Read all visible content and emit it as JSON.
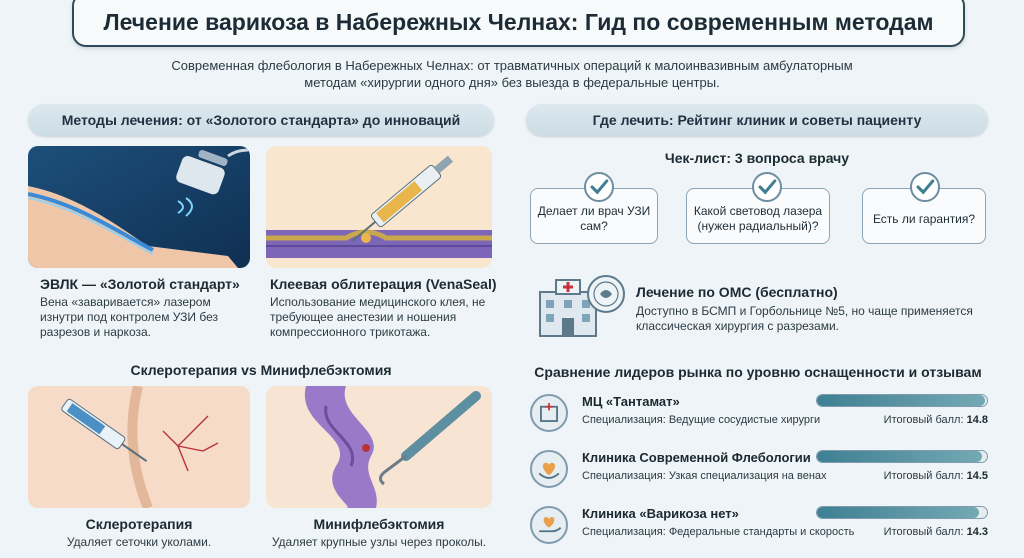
{
  "header": {
    "title": "Лечение варикоза в Набережных Челнах: Гид по современным методам",
    "subtitle": "Современная флебология в Набережных Челнах: от травматичных операций к малоинвазивным амбулаторным методам «хирургии одного дня» без выезда в федеральные центры."
  },
  "methods": {
    "section_title": "Методы лечения: от «Золотого стандарта» до инноваций",
    "evlk": {
      "title": "ЭВЛК — «Золотой стандарт»",
      "text": "Вена «заваривается» лазером изнутри под контролем УЗИ без разрезов и наркоза."
    },
    "glue": {
      "title": "Клеевая облитерация (VenaSeal)",
      "text": "Использование медицинского клея, не требующее анестезии и ношения компрессионного трикотажа."
    },
    "compare_title": "Склеротерапия vs Минифлебэктомия",
    "sclero": {
      "title": "Склеротерапия",
      "text": "Удаляет сеточки уколами."
    },
    "mini": {
      "title": "Минифлебэктомия",
      "text": "Удаляет крупные узлы через проколы."
    }
  },
  "where": {
    "section_title": "Где лечить: Рейтинг клиник и советы пациенту",
    "checklist_title": "Чек-лист: 3 вопроса врачу",
    "questions": [
      "Делает ли врач УЗИ сам?",
      "Какой световод лазера (нужен радиальный)?",
      "Есть ли гарантия?"
    ],
    "oms": {
      "title": "Лечение по ОМС (бесплатно)",
      "text": "Доступно в БСМП и Горбольнице №5, но чаще применяется классическая хирургия с разрезами."
    },
    "compare_title": "Сравнение лидеров рынка по уровню оснащенности и отзывам",
    "score_label": "Итоговый балл:",
    "clinics": [
      {
        "name": "МЦ «Тантамат»",
        "spec": "Специализация: Ведущие сосудистые хирурги",
        "score": "14.8",
        "fill": 0.99
      },
      {
        "name": "Клиника Современной Флебологии",
        "spec": "Специализация: Узкая специализация на венах",
        "score": "14.5",
        "fill": 0.97
      },
      {
        "name": "Клиника «Варикоза нет»",
        "spec": "Специализация: Федеральные стандарты и скорость",
        "score": "14.3",
        "fill": 0.95
      }
    ]
  },
  "colors": {
    "accent": "#3f7f93",
    "border": "#7f9cae",
    "background": "#eef4f7"
  }
}
